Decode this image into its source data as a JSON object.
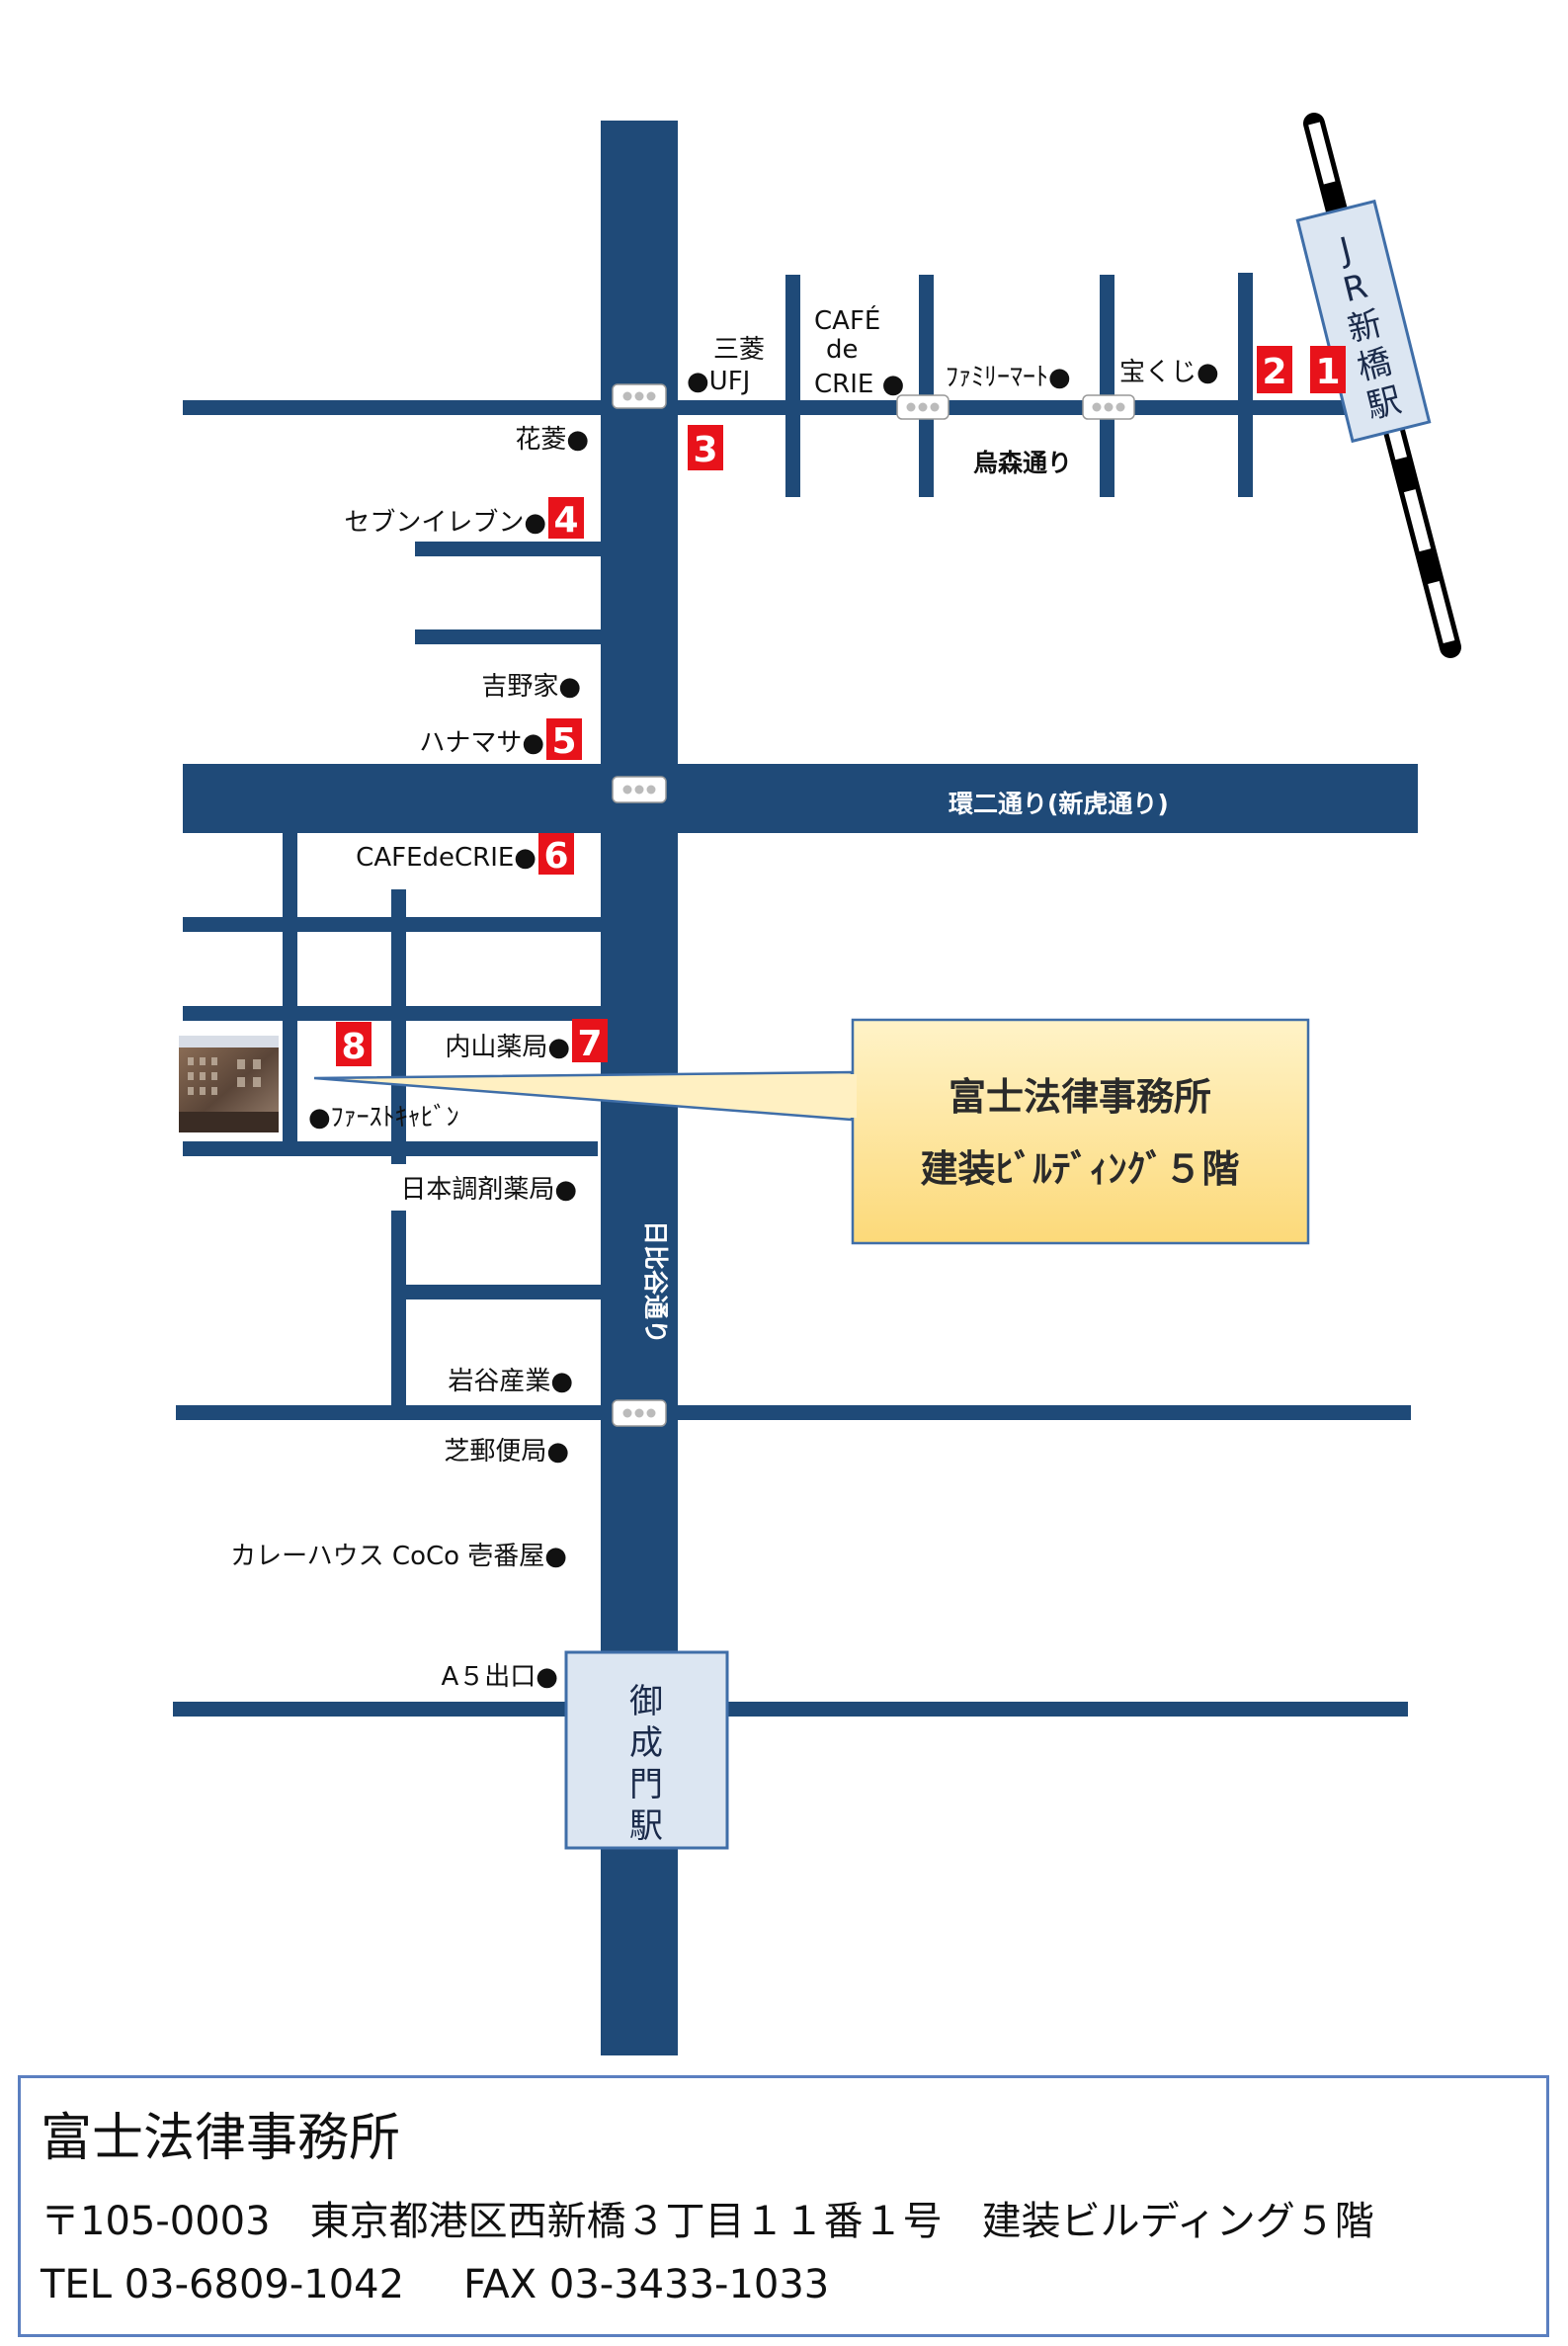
{
  "roads": {
    "hibiya": "日比谷通り",
    "karasumori": "烏森通り",
    "kanni": "環二通り(新虎通り)"
  },
  "stations": {
    "jr_shimbashi": [
      "J",
      "R",
      "新",
      "橋",
      "駅"
    ],
    "onarimon": [
      "御",
      "成",
      "門",
      "駅"
    ]
  },
  "exits": [
    "1",
    "2",
    "3",
    "4",
    "5",
    "6",
    "7",
    "8"
  ],
  "landmarks": {
    "mitsubishi_line1": "三菱",
    "mitsubishi_line2": "●UFJ",
    "cafe_line1": "CAFÉ",
    "cafe_line2": "de",
    "cafe_line3": "CRIE ●",
    "familymart": "ﾌｧﾐﾘｰﾏｰﾄ●",
    "takarakuji": "宝くじ●",
    "hanabishi": "花菱●",
    "seven_eleven": "セブンイレブン●",
    "yoshinoya": "吉野家●",
    "hanamasa": "ハナマサ●",
    "cafedecrie": "CAFEdeCRIE●",
    "uchiyama": "内山薬局●",
    "first_cabin": "●ﾌｧｰｽﾄｷｬﾋﾞﾝ",
    "nihon_chozai": "日本調剤薬局●",
    "iwatani": "岩谷産業●",
    "shiba_post": "芝郵便局●",
    "coco": "カレーハウス CoCo 壱番屋●",
    "a5_exit": "A５出口●"
  },
  "callout": {
    "line1": "富士法律事務所",
    "line2": "建装ﾋﾞﾙﾃﾞｨﾝｸﾞ５階"
  },
  "info": {
    "firm": "富士法律事務所",
    "address": "〒105-0003　東京都港区西新橋３丁目１１番１号　建装ビルディング５階",
    "tel": "TEL 03-6809-1042",
    "fax": "FAX 03-3433-1033"
  },
  "colors": {
    "road": "#1f4a78",
    "badge": "#e8121a",
    "station_fill": "#dce6f2",
    "station_border": "#3f6ea8",
    "callout_top": "#fff3c8",
    "callout_bottom": "#fcd979"
  }
}
